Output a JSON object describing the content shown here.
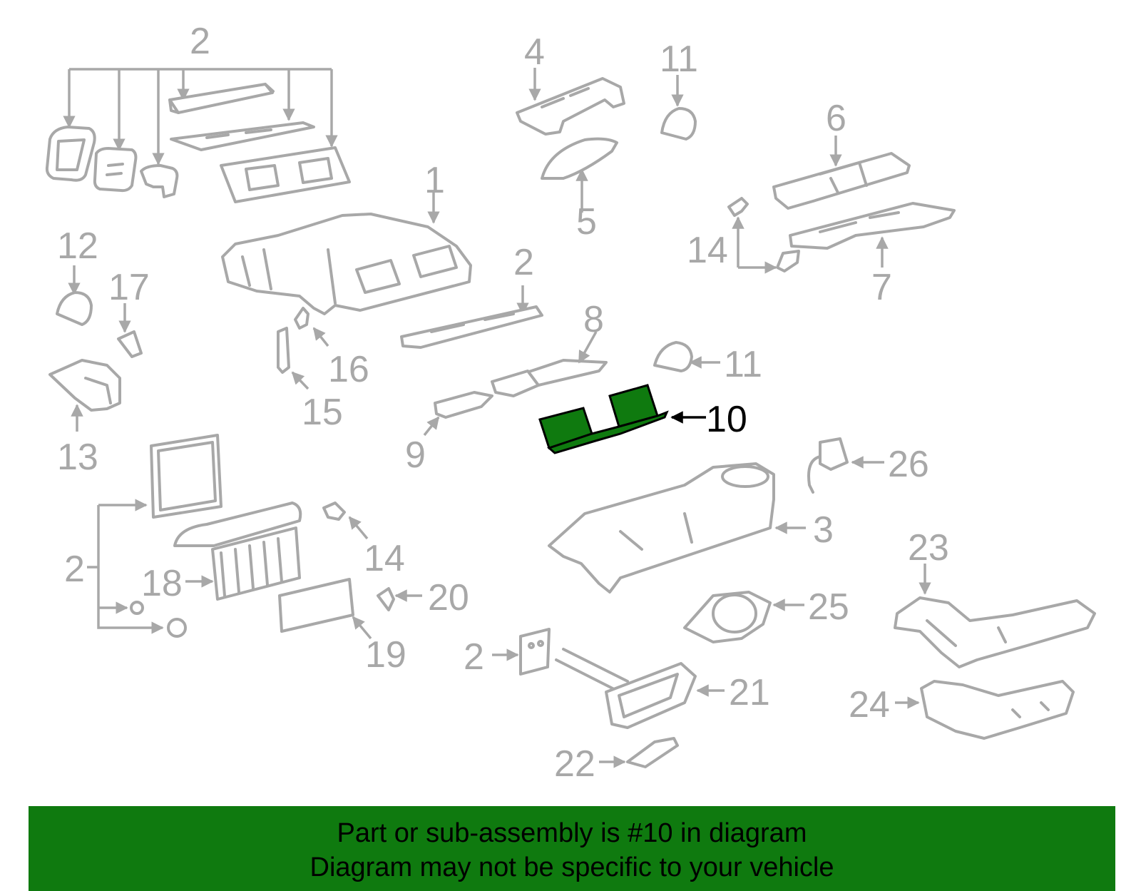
{
  "diagram": {
    "callouts": {
      "c2_top": "2",
      "c4": "4",
      "c11_top": "11",
      "c6": "6",
      "c1": "1",
      "c12": "12",
      "c17": "17",
      "c14_top": "14",
      "c7": "7",
      "c5": "5",
      "c2_mid": "2",
      "c8": "8",
      "c16": "16",
      "c11_mid": "11",
      "c13": "13",
      "c15": "15",
      "c10": "10",
      "c9": "9",
      "c26": "26",
      "c3": "3",
      "c2_left": "2",
      "c14_mid": "14",
      "c18": "18",
      "c20": "20",
      "c23": "23",
      "c25": "25",
      "c19": "19",
      "c2_bottom": "2",
      "c21": "21",
      "c24": "24",
      "c22": "22"
    },
    "highlighted_part": "10",
    "colors": {
      "part_stroke": "#a8a8a8",
      "highlight_fill": "#0f7a0f",
      "highlight_stroke": "#000000"
    }
  },
  "banner": {
    "line1": "Part or sub-assembly is #10 in diagram",
    "line2": "Diagram may not be specific to your vehicle"
  }
}
